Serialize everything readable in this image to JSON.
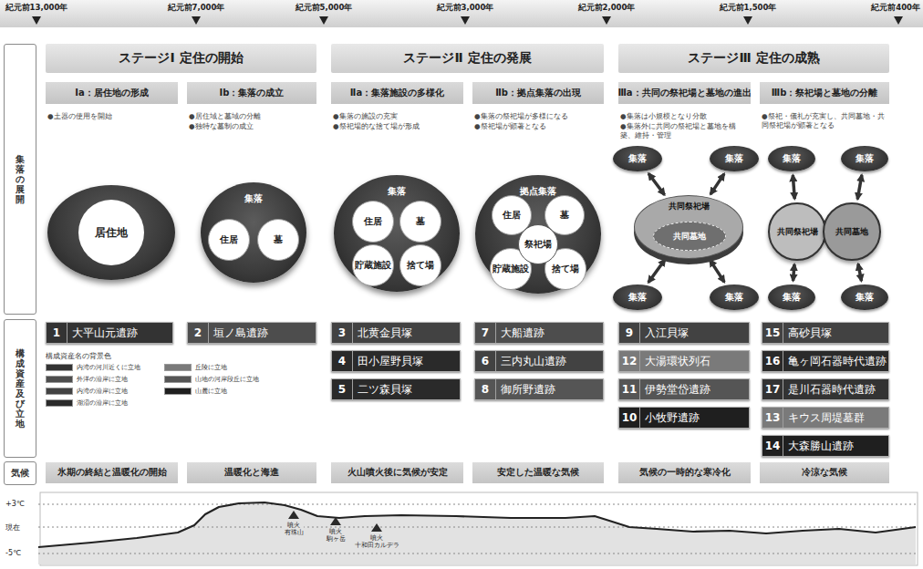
{
  "diagram": {
    "nodes": [
      {
        "text": [
          "ステージⅠ 定住の開始"
        ]
      },
      {
        "text": [
          "ステージⅡ 定住の発展"
        ]
      },
      {
        "text": [
          "ステージⅢ 定住の成熟"
        ]
      },
      {
        "text": [
          "Ⅰa：居住地の形成"
        ]
      },
      {
        "text": [
          "Ⅰb：集落の成立"
        ]
      },
      {
        "text": [
          "Ⅱa：集落施設の多様化"
        ]
      },
      {
        "text": [
          "Ⅱb：拠点集落の出現"
        ]
      },
      {
        "text": [
          "Ⅲa：共同の祭祀場と墓地の進出"
        ]
      },
      {
        "text": [
          "Ⅲb：祭祀場と墓地の分離"
        ]
      },
      {
        "text": [
          "集落の展開"
        ]
      },
      {
        "text": [
          "居住地"
        ]
      },
      {
        "text": [
          "集落"
        ]
      },
      {
        "text": [
          "住居"
        ],
        "in": 11
      },
      {
        "text": [
          "墓"
        ],
        "in": 11
      },
      {
        "text": [
          "集落"
        ]
      },
      {
        "text": [
          "住居"
        ],
        "in": 14
      },
      {
        "text": [
          "墓"
        ],
        "in": 14
      },
      {
        "text": [
          "貯蔵施設"
        ],
        "in": 14
      },
      {
        "text": [
          "捨て場"
        ],
        "in": 14
      },
      {
        "text": [
          "拠点集落"
        ]
      },
      {
        "text": [
          "住居"
        ],
        "in": 19
      },
      {
        "text": [
          "墓"
        ],
        "in": 19
      },
      {
        "text": [
          "祭祀場"
        ],
        "in": 19
      },
      {
        "text": [
          "貯蔵施設"
        ],
        "in": 19
      },
      {
        "text": [
          "捨て場"
        ],
        "in": 19
      },
      {
        "text": [
          "集落"
        ]
      },
      {
        "text": [
          "集落"
        ]
      },
      {
        "text": [
          "共同祭祀場"
        ]
      },
      {
        "text": [
          "共同墓地"
        ],
        "in": 27
      },
      {
        "text": [
          "集落"
        ]
      },
      {
        "text": [
          "集落"
        ]
      },
      {
        "text": [
          "集落"
        ]
      },
      {
        "text": [
          "集落"
        ]
      },
      {
        "text": [
          "共同祭祀場"
        ]
      },
      {
        "text": [
          "共同墓地"
        ]
      },
      {
        "text": [
          "集落"
        ]
      },
      {
        "text": [
          "集落"
        ]
      },
      {
        "text": [
          "構成資産及び立地"
        ]
      },
      {
        "text": [
          "1",
          "大平山元遺跡"
        ]
      },
      {
        "text": [
          "2",
          "垣ノ島遺跡"
        ]
      },
      {
        "text": [
          "3",
          "北黄金貝塚"
        ]
      },
      {
        "text": [
          "4",
          "田小屋野貝塚"
        ]
      },
      {
        "text": [
          "5",
          "二ツ森貝塚"
        ]
      },
      {
        "text": [
          "7",
          "大船遺跡"
        ]
      },
      {
        "text": [
          "6",
          "三内丸山遺跡"
        ]
      },
      {
        "text": [
          "8",
          "御所野遺跡"
        ]
      },
      {
        "text": [
          "9",
          "入江貝塚"
        ]
      },
      {
        "text": [
          "12",
          "大湯環状列石"
        ]
      },
      {
        "text": [
          "11",
          "伊勢堂岱遺跡"
        ]
      },
      {
        "text": [
          "10",
          "小牧野遺跡"
        ]
      },
      {
        "text": [
          "15",
          "高砂貝塚"
        ]
      },
      {
        "text": [
          "16",
          "亀ヶ岡石器時代遺跡"
        ]
      },
      {
        "text": [
          "17",
          "是川石器時代遺跡"
        ]
      },
      {
        "text": [
          "13",
          "キウス周堤墓群"
        ]
      },
      {
        "text": [
          "14",
          "大森勝山遺跡"
        ]
      },
      {
        "text": [
          "気候"
        ]
      },
      {
        "text": [
          "氷期の終結と温暖化の開始"
        ]
      },
      {
        "text": [
          "温暖化と海進"
        ]
      },
      {
        "text": [
          "火山噴火後に気候が安定"
        ]
      },
      {
        "text": [
          "安定した温暖な気候"
        ]
      },
      {
        "text": [
          "気候の一時的な寒冷化"
        ]
      },
      {
        "text": [
          "冷涼な気候"
        ]
      }
    ],
    "edges": [
      {
        "from": 25,
        "to": 27,
        "arrow": "both"
      },
      {
        "from": 26,
        "to": 27,
        "arrow": "both"
      },
      {
        "from": 29,
        "to": 27,
        "arrow": "both"
      },
      {
        "from": 30,
        "to": 27,
        "arrow": "both"
      },
      {
        "from": 31,
        "to": 33,
        "arrow": "both"
      },
      {
        "from": 32,
        "to": 34,
        "arrow": "both"
      },
      {
        "from": 35,
        "to": 33,
        "arrow": "both"
      },
      {
        "from": 36,
        "to": 34,
        "arrow": "both"
      }
    ],
    "labels": [
      "紀元前13,000年",
      "紀元前7,000年",
      "紀元前5,000年",
      "紀元前3,000年",
      "紀元前2,000年",
      "紀元前1,500年",
      "紀元前400年",
      "●土器の使用を開始",
      "●居住域と墓域の分離",
      "●独特な墓制の成立",
      "●集落の施設の充実",
      "●祭祀場的な捨て場が形成",
      "●集落の祭祀場が多様になる",
      "●祭祀場が顕著となる",
      "●集落は小規模となり分散",
      "●集落外に共同の祭祀場と墓地を構築、維持・管理",
      "●祭祀・儀礼が充実し、共同墓地・共同祭祀場が顕著となる",
      "構成資産名の背景色",
      "+3℃",
      "現在",
      "-5℃",
      "噴火 有珠山",
      "噴火 駒ヶ岳",
      "噴火 十和田カルデラ"
    ],
    "legend": [
      {
        "text": "内湾の河川近くに立地",
        "color": "#333333"
      },
      {
        "text": "外洋の沿岸に立地",
        "color": "#4d4d4d"
      },
      {
        "text": "内湾の沿岸に立地",
        "color": "#424242"
      },
      {
        "text": "湖沼の沿岸に立地",
        "color": "#2a2a2a"
      },
      {
        "text": "丘陵に立地",
        "color": "#7a7a7a"
      },
      {
        "text": "山地の河岸段丘に立地",
        "color": "#555555"
      },
      {
        "text": "山麓に立地",
        "color": "#1f1f1f"
      }
    ]
  }
}
